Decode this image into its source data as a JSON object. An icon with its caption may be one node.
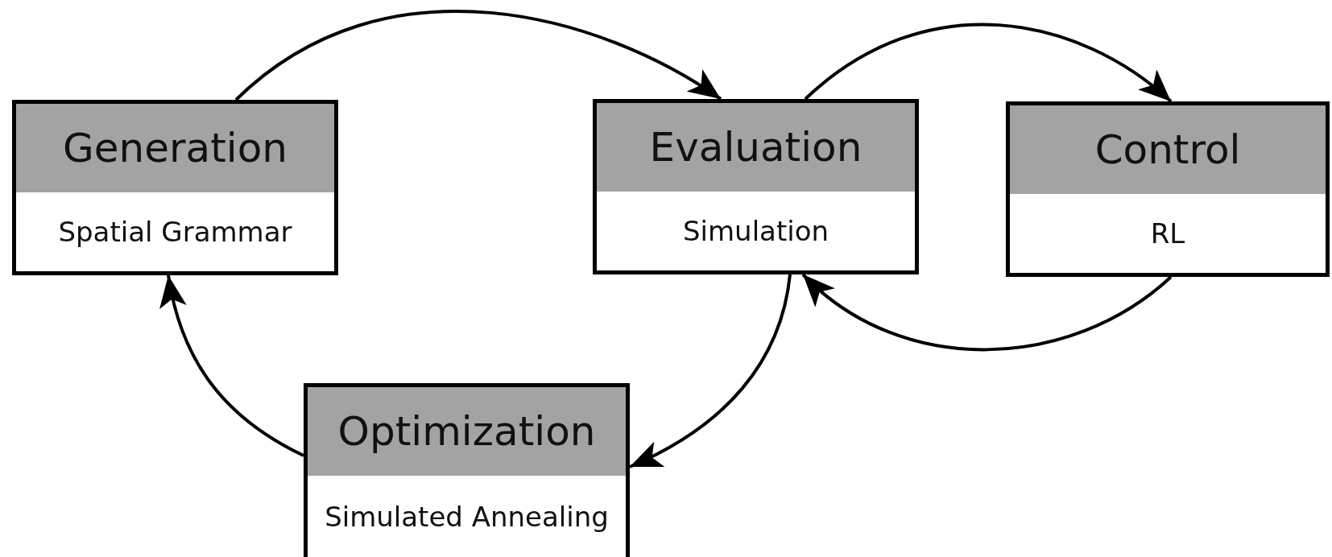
{
  "diagram": {
    "nodes": [
      {
        "text": [
          "Generation",
          "Spatial Grammar"
        ]
      },
      {
        "text": [
          "Evaluation",
          "Simulation"
        ]
      },
      {
        "text": [
          "Control",
          "RL"
        ]
      },
      {
        "text": [
          "Optimization",
          "Simulated Annealing"
        ]
      }
    ],
    "edges": [
      {
        "from": 0,
        "to": 1,
        "arrow": "to"
      },
      {
        "from": 1,
        "to": 2,
        "arrow": "to"
      },
      {
        "from": 2,
        "to": 1,
        "arrow": "to"
      },
      {
        "from": 1,
        "to": 3,
        "arrow": "to"
      },
      {
        "from": 3,
        "to": 0,
        "arrow": "to"
      }
    ]
  }
}
